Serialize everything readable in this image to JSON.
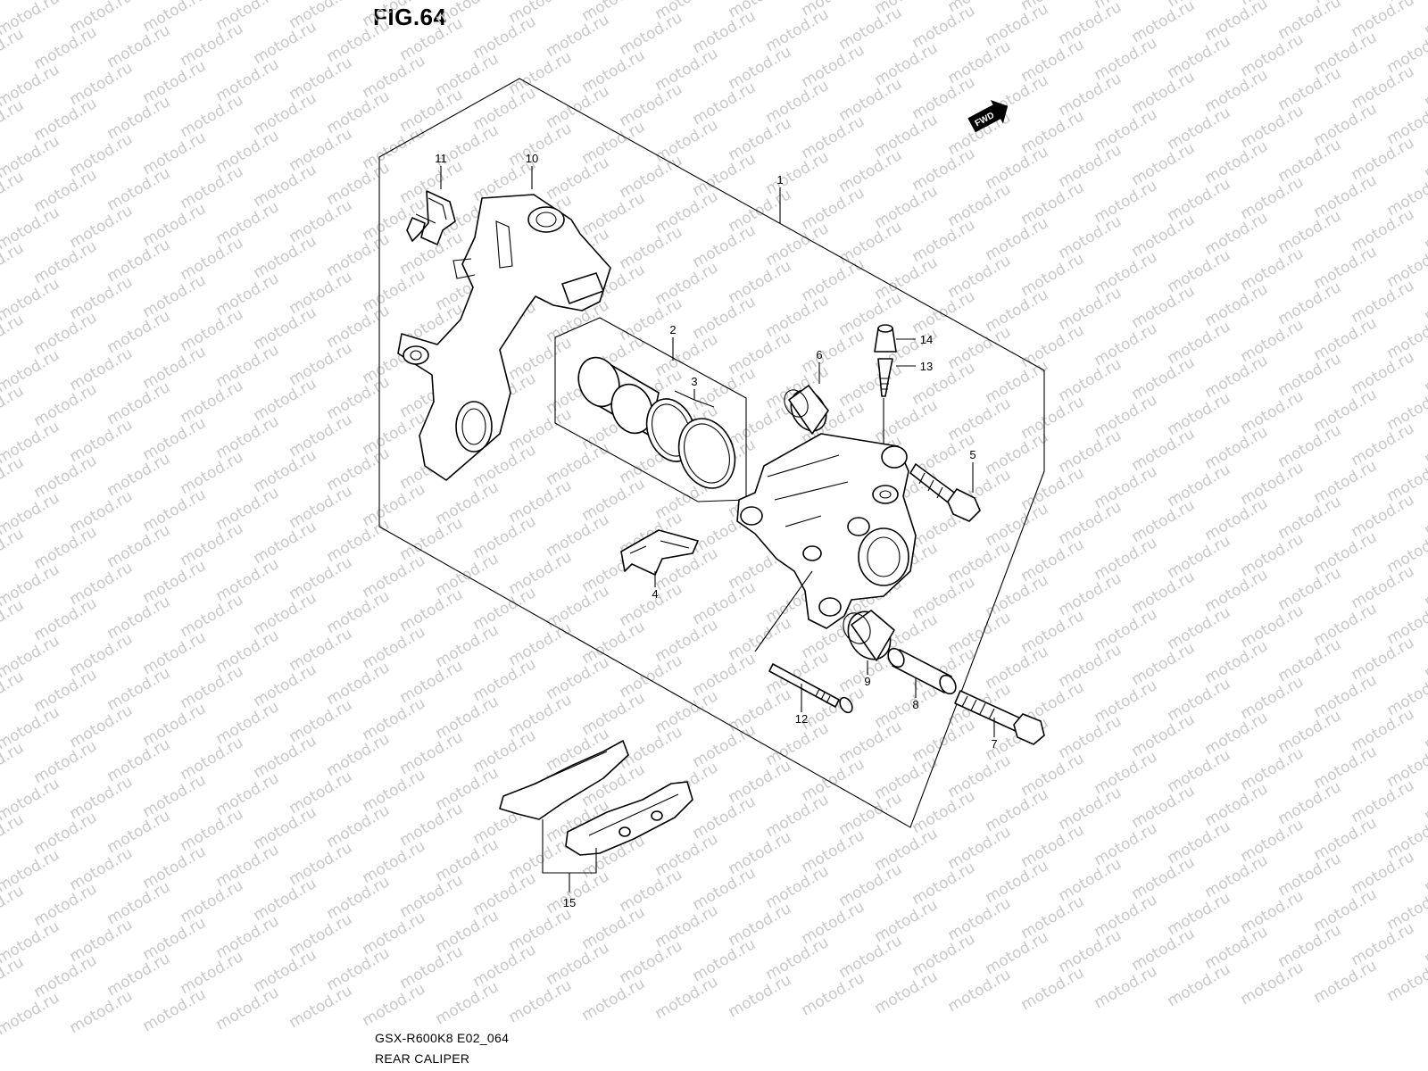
{
  "figure": {
    "title": "FIG.64",
    "model_code": "GSX-R600K8 E02_064",
    "assembly_name": "REAR CALIPER",
    "watermark": "motod.ru",
    "direction_badge": "FWD"
  },
  "parts": [
    {
      "ref": "1",
      "label": "1"
    },
    {
      "ref": "2",
      "label": "2"
    },
    {
      "ref": "3",
      "label": "3"
    },
    {
      "ref": "4",
      "label": "4"
    },
    {
      "ref": "5",
      "label": "5"
    },
    {
      "ref": "6",
      "label": "6"
    },
    {
      "ref": "7",
      "label": "7"
    },
    {
      "ref": "8",
      "label": "8"
    },
    {
      "ref": "9",
      "label": "9"
    },
    {
      "ref": "10",
      "label": "10"
    },
    {
      "ref": "11",
      "label": "11"
    },
    {
      "ref": "12",
      "label": "12"
    },
    {
      "ref": "13",
      "label": "13"
    },
    {
      "ref": "14",
      "label": "14"
    },
    {
      "ref": "15",
      "label": "15"
    }
  ],
  "colors": {
    "line": "#000000",
    "background": "#ffffff",
    "watermark": "#c8c8c8"
  }
}
